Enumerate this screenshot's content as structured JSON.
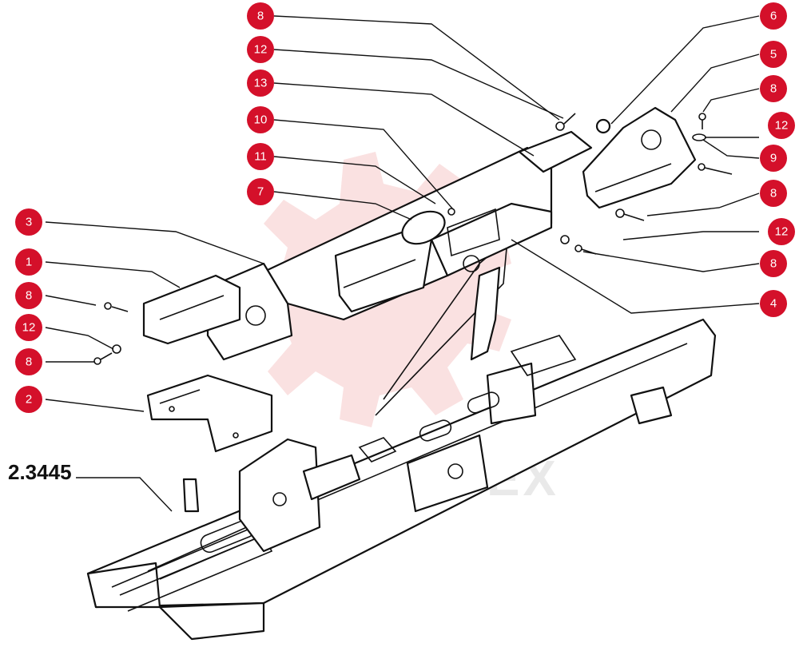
{
  "assembly_number": "2.3445",
  "watermark_text": "SHIFTEX",
  "callout_color": "#d4102a",
  "callouts": [
    {
      "label": "8"
    },
    {
      "label": "12"
    },
    {
      "label": "13"
    },
    {
      "label": "10"
    },
    {
      "label": "11"
    },
    {
      "label": "7"
    },
    {
      "label": "3"
    },
    {
      "label": "1"
    },
    {
      "label": "8"
    },
    {
      "label": "12"
    },
    {
      "label": "8"
    },
    {
      "label": "2"
    },
    {
      "label": "6"
    },
    {
      "label": "5"
    },
    {
      "label": "8"
    },
    {
      "label": "12"
    },
    {
      "label": "9"
    },
    {
      "label": "8"
    },
    {
      "label": "12"
    },
    {
      "label": "8"
    },
    {
      "label": "4"
    }
  ]
}
